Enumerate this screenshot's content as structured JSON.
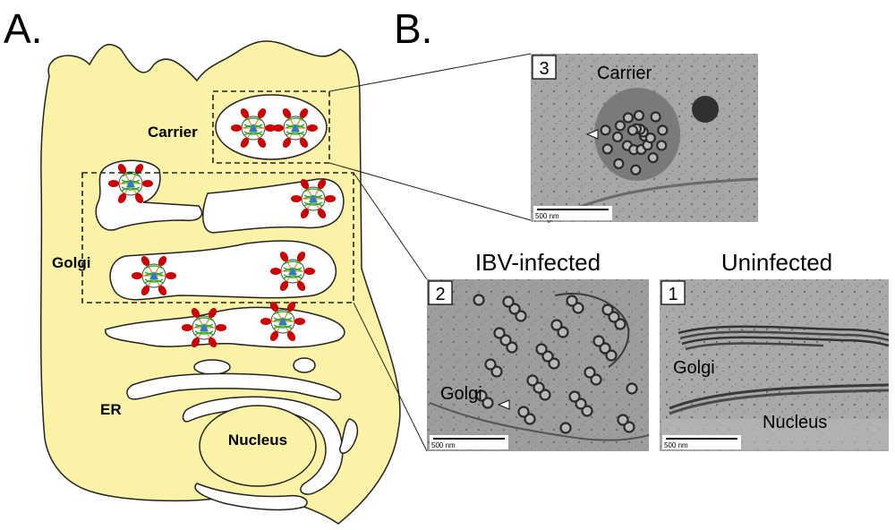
{
  "panels": {
    "a_label": "A.",
    "b_label": "B."
  },
  "cell": {
    "carrier_label": "Carrier",
    "golgi_label": "Golgi",
    "er_label": "ER",
    "nucleus_label": "Nucleus"
  },
  "micrographs": {
    "m3": {
      "number": "3",
      "label": "Carrier",
      "scale": "500 nm"
    },
    "m2": {
      "number": "2",
      "title": "IBV-infected",
      "label": "Golgi",
      "scale": "500 nm"
    },
    "m1": {
      "number": "1",
      "title": "Uninfected",
      "label_golgi": "Golgi",
      "label_nucleus": "Nucleus",
      "scale": "500 nm"
    }
  },
  "colors": {
    "cytoplasm": "#faf2a6",
    "virion_red": "#cc0000",
    "virion_green": "#33aa33",
    "virion_blue": "#3377cc",
    "virion_orange": "#ee9933"
  }
}
